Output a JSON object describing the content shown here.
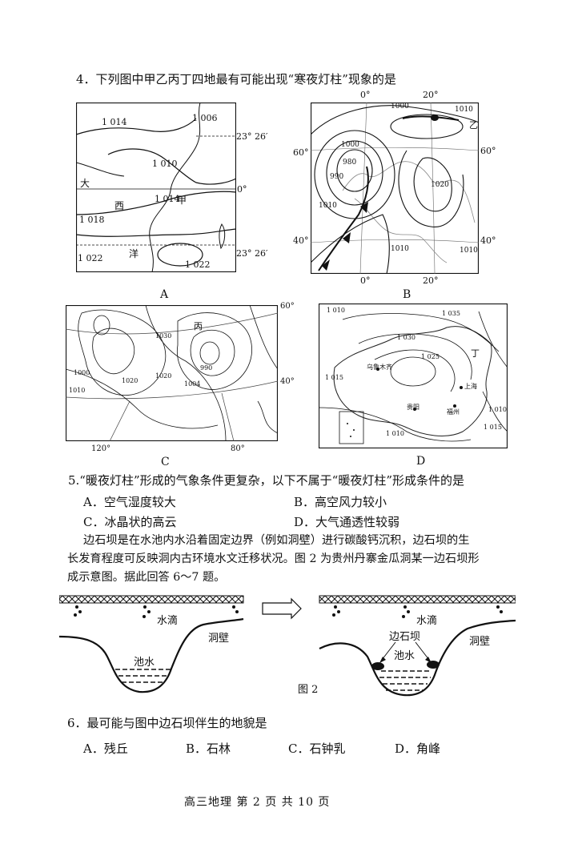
{
  "q4": {
    "stem": "4．下列图中甲乙丙丁四地最有可能出现“寒夜灯柱”现象的是",
    "panel_a": {
      "label": "A",
      "isobars": [
        "1 014",
        "1 006",
        "1 010",
        "1 014",
        "1 018",
        "1 022",
        "1 022"
      ],
      "lat_top": "23° 26′",
      "lat_mid": "0°",
      "lat_bot": "23° 26′",
      "ocean1": "大",
      "ocean2": "西",
      "ocean3": "洋",
      "point": "甲"
    },
    "panel_b": {
      "label": "B",
      "top0": "0°",
      "top20": "20°",
      "bot0": "0°",
      "bot20": "20°",
      "l60": "60°",
      "l40": "40°",
      "r60": "60°",
      "r40": "40°",
      "isobars": [
        "1000",
        "1010",
        "1000",
        "980",
        "990",
        "1020",
        "1010",
        "1010",
        "1010"
      ],
      "point": "乙"
    },
    "panel_c": {
      "label": "C",
      "lat60": "60°",
      "lat40": "40°",
      "lon120": "120°",
      "lon80": "80°",
      "isobars": [
        "1030",
        "1000",
        "1010",
        "1020",
        "1020",
        "1004",
        "990"
      ],
      "point": "丙"
    },
    "panel_d": {
      "label": "D",
      "isobars": [
        "1 010",
        "1 035",
        "1 030",
        "1 025",
        "1 015",
        "1 010",
        "1 015",
        "1 010"
      ],
      "cities": [
        "乌鲁木齐",
        "上海",
        "贵阳",
        "福州"
      ],
      "point": "丁"
    }
  },
  "q5": {
    "stem": "5.“暖夜灯柱”形成的气象条件更复杂，以下不属于“暖夜灯柱”形成条件的是",
    "options": [
      "A．空气湿度较大",
      "B．高空风力较小",
      "C．冰晶状的高云",
      "D．大气通透性较弱"
    ]
  },
  "passage": [
    "边石坝是在水池内水沿着固定边界（例如洞壁）进行碳酸钙沉积，边石坝的生",
    "长发育程度可反映洞内古环境水文迁移状况。图 2 为贵州丹寨金瓜洞某一边石坝形",
    "成示意图。据此回答 6～7 题。"
  ],
  "fig2": {
    "left": {
      "drop": "水滴",
      "wall": "洞壁",
      "pool": "池水"
    },
    "right": {
      "drop": "水滴",
      "wall": "洞壁",
      "pool": "池水",
      "dam": "边石坝"
    },
    "caption": "图 2"
  },
  "q6": {
    "stem": "6．最可能与图中边石坝伴生的地貌是",
    "options": [
      "A．残丘",
      "B．石林",
      "C．石钟乳",
      "D．角峰"
    ]
  },
  "footer": "高三地理   第 2 页  共 10 页"
}
